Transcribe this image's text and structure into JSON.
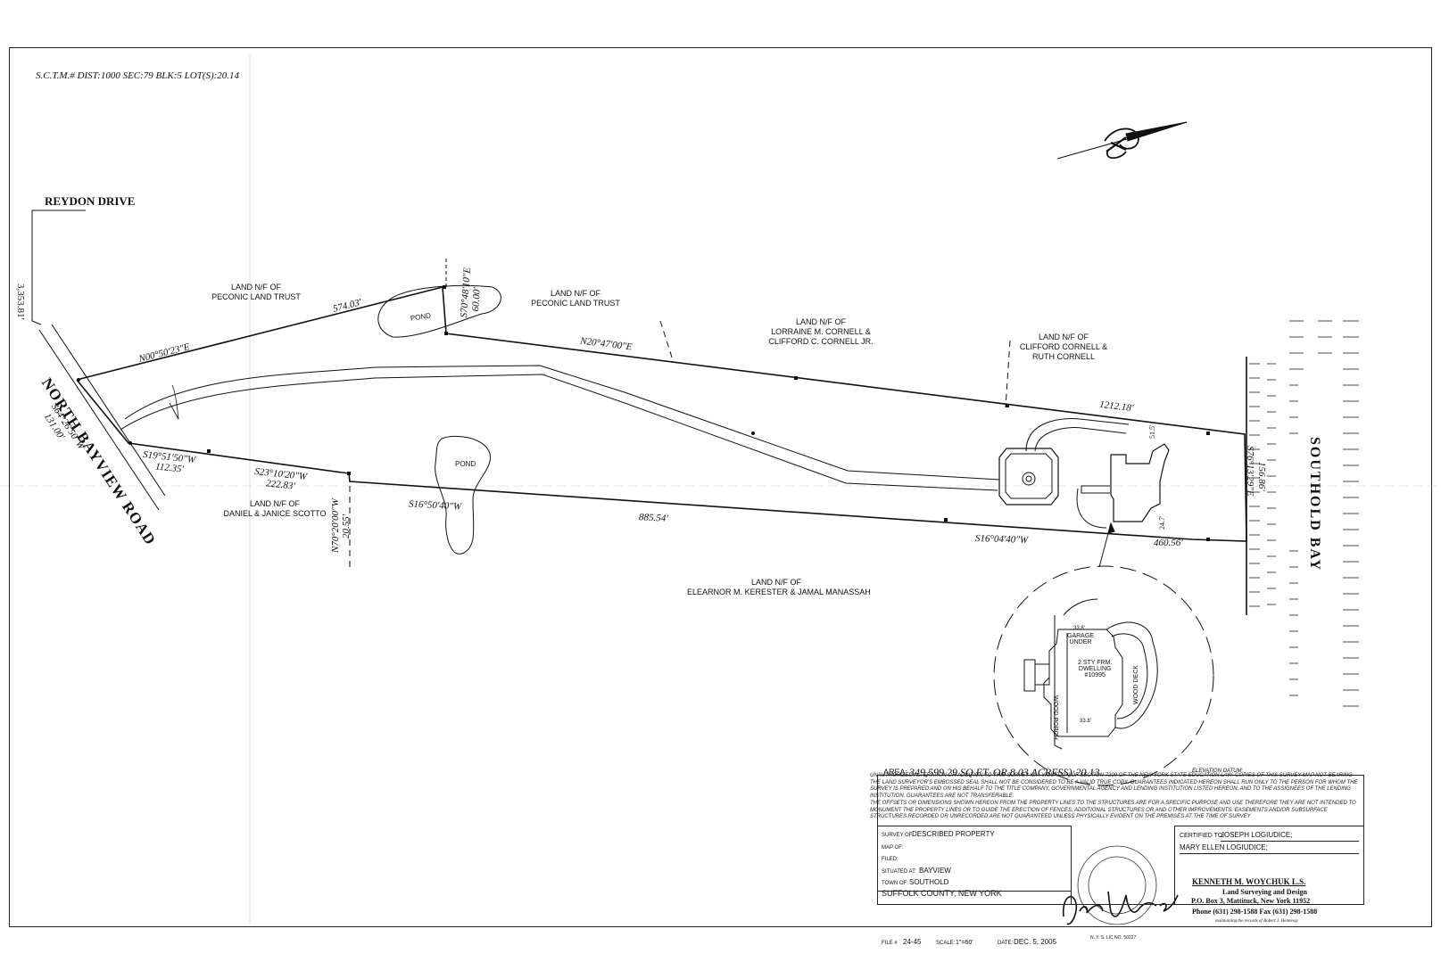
{
  "header": {
    "sctm": "S.C.T.M.# DIST:1000   SEC:79   BLK:5   LOT(S):20.14"
  },
  "roads": {
    "reydon": "REYDON DRIVE",
    "north_bayview": "NORTH BAYVIEW ROAD",
    "southold_bay": "SOUTHOLD BAY"
  },
  "dimensions": {
    "reydon_offset": "3,353.81'",
    "road_frontage_bearing": "S64°26'50\"W",
    "road_frontage_dist": "131.00'",
    "north_line_bearing": "N00°50'23\"E",
    "north_line_dist": "574.03'",
    "pond_line_bearing": "S70°48'10\"E",
    "pond_line_dist": "60.00'",
    "long_north_bearing": "N20°47'00\"E",
    "long_north_dist": "1212.18'",
    "bay_bearing": "S76°13'29\"E",
    "bay_dist": "156.86'",
    "south1_bearing": "S19°51'50\"W",
    "south1_dist": "112.35'",
    "south2_bearing": "S23°10'20\"W",
    "south2_dist": "222.83'",
    "jog_bearing": "N70°20'00\"W",
    "jog_dist": "20.55'",
    "south3_bearing": "S16°50'40\"W",
    "south3_dist": "885.54'",
    "south4_bearing": "S16°04'40\"W",
    "south4_dist": "460.56'",
    "setback1": "51.5'",
    "setback2": "24.7'"
  },
  "neighbors": {
    "peconic1": [
      "LAND N/F OF",
      "PECONIC LAND TRUST"
    ],
    "peconic2": [
      "LAND N/F OF",
      "PECONIC LAND TRUST"
    ],
    "cornell1": [
      "LAND N/F OF",
      "LORRAINE M. CORNELL &",
      "CLIFFORD C. CORNELL JR."
    ],
    "cornell2": [
      "LAND N/F OF",
      "CLIFFORD CORNELL &",
      "RUTH CORNELL"
    ],
    "scotto": [
      "LAND N/F OF",
      "DANIEL & JANICE SCOTTO"
    ],
    "kerester": [
      "LAND N/F OF",
      "ELEARNOR M. KERESTER & JAMAL MANASSAH"
    ]
  },
  "features": {
    "pond": "POND",
    "pond2": "POND",
    "garage_under": [
      "GARAGE",
      "UNDER"
    ],
    "dwelling": [
      "2 STY FRM.",
      "DWELLING",
      "#10995"
    ],
    "wood_deck": "WOOD DECK",
    "wood_porch": "WOOD PORCH",
    "dim_top": "33.8'",
    "dim_bottom": "33.8'"
  },
  "area": {
    "label": "AREA:",
    "value": "349,599.29 SQ.FT. OR 8.03 ACRESS):20.13",
    "elevation_datum": "ELEVATION DATUM:"
  },
  "notes": [
    "UNAUTHORIZED ALTERATION OR ADDITION TO THIS SURVEY IS A VIOLATION OF SECTION 7209 OF THE NEW YORK STATE EDUCATION LAW. COPIES OF THIS SURVEY MAP NOT BEARING THE LAND SURVEYOR'S EMBOSSED SEAL SHALL NOT BE CONSIDERED TO BE A VALID TRUE COPY. GUARANTEES INDICATED HEREON SHALL RUN ONLY TO THE PERSON FOR WHOM THE SURVEY IS PREPARED AND ON HIS BEHALF TO THE TITLE COMPANY, GOVERNMENTAL AGENCY AND LENDING INSTITUTION LISTED HEREON, AND TO THE ASSIGNEES OF THE LENDING INSTITUTION. GUARANTEES ARE NOT TRANSFERABLE.",
    "THE OFFSETS OR DIMENSIONS SHOWN HEREON FROM THE PROPERTY LINES TO THE STRUCTURES ARE FOR A SPECIFIC PURPOSE AND USE THEREFORE THEY ARE NOT INTENDED TO MONUMENT THE PROPERTY LINES OR TO GUIDE THE ERECTION OF FENCES, ADDITIONAL STRUCTURES OR AND OTHER IMPROVEMENTS. EASEMENTS AND/OR SUBSURFACE STRUCTURES RECORDED OR UNRECORDED ARE NOT GUARANTEED UNLESS PHYSICALLY EVIDENT ON THE PREMISES AT THE TIME OF SURVEY"
  ],
  "title_block": {
    "survey_of_k": "SURVEY OF:",
    "survey_of_v": "DESCRIBED PROPERTY",
    "map_of_k": "MAP OF:",
    "filed_k": "FILED:",
    "situated_k": "SITUATED AT:",
    "situated_v": "BAYVIEW",
    "town_k": "TOWN OF:",
    "town_v": "SOUTHOLD",
    "county": "SUFFOLK COUNTY, NEW YORK",
    "file_k": "FILE #",
    "file_v": "24-45",
    "scale_k": "SCALE:",
    "scale_v": "1\"=60'",
    "date_k": "DATE:",
    "date_v": "DEC. 5, 2005",
    "lic": "N. Y. S. LIC NO. 50227",
    "certified_k": "CERTIFIED TO:",
    "certified_v1": "JOSEPH LOGIUDICE;",
    "certified_v2": "MARY ELLEN LOGIUDICE;",
    "surveyor_name": "KENNETH M. WOYCHUK L.S.",
    "firm": "Land Surveying and Design",
    "address": "P.O. Box 3, Mattituck, New York 11952",
    "phone": "Phone (631) 298-1588  Fax (631) 298-1588",
    "records": "maintaining the records of Robert J. Hennessy"
  },
  "colors": {
    "ink": "#111111",
    "paper": "#ffffff"
  },
  "icons": {
    "north_arrow": "north-arrow-icon",
    "seal": "seal-icon",
    "signature": "signature-icon"
  }
}
